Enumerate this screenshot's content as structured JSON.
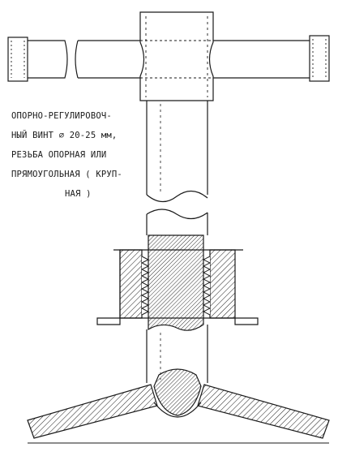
{
  "caption": {
    "lines": [
      "ОПОРНО-РЕГУЛИРОВОЧ-",
      "НЫЙ ВИНТ ∅ 20-25 мм,",
      "РЕЗЬБА ОПОРНАЯ ИЛИ",
      "ПРЯМОУГОЛЬНАЯ ( КРУП-",
      "НАЯ )"
    ]
  },
  "colors": {
    "ink": "#1a1a1a",
    "paper": "#ffffff"
  }
}
